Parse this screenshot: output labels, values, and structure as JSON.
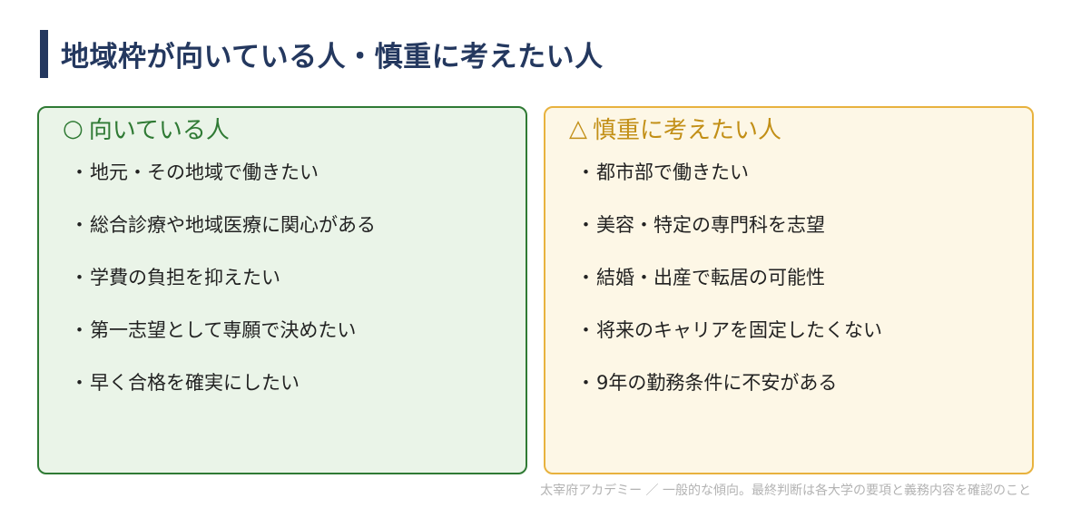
{
  "title": "地域枠が向いている人・慎重に考えたい人",
  "left_panel": {
    "mark": "○",
    "heading": "向いている人",
    "items": [
      "地元・その地域で働きたい",
      "総合診療や地域医療に関心がある",
      "学費の負担を抑えたい",
      "第一志望として専願で決めたい",
      "早く合格を確実にしたい"
    ]
  },
  "right_panel": {
    "mark": "△",
    "heading": "慎重に考えたい人",
    "items": [
      "都市部で働きたい",
      "美容・特定の専門科を志望",
      "結婚・出産で転居の可能性",
      "将来のキャリアを固定したくない",
      "9年の勤務条件に不安がある"
    ]
  },
  "bullet": "・",
  "footer": "太宰府アカデミー ／ 一般的な傾向。最終判断は各大学の要項と義務内容を確認のこと",
  "colors": {
    "title": "#24385f",
    "good_border": "#2f7a34",
    "good_bg": "#eaf4e8",
    "care_border": "#e8b23e",
    "care_bg": "#fdf7e6",
    "care_heading": "#c28f16"
  }
}
